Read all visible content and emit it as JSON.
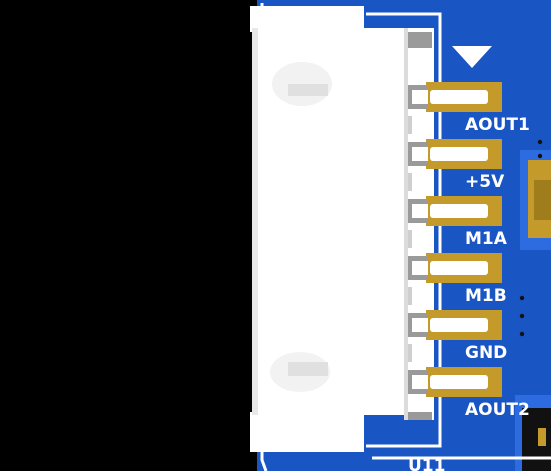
{
  "board": {
    "colors": {
      "background": "#000000",
      "pcb": "#1a55c4",
      "trace": "#2d6be0",
      "pad": "#c49a2a",
      "pad_dark": "#a07d1c",
      "silkscreen": "#ffffff",
      "connector_body": "#ffffff",
      "connector_shadow": "#dcdcdc",
      "pin_slot": "#9a9a9a"
    },
    "connector": {
      "pin_labels": [
        "AOUT1",
        "+5V",
        "M1A",
        "M1B",
        "GND",
        "AOUT2"
      ],
      "pin1_marker": "triangle-marker",
      "designator": "U11"
    }
  }
}
